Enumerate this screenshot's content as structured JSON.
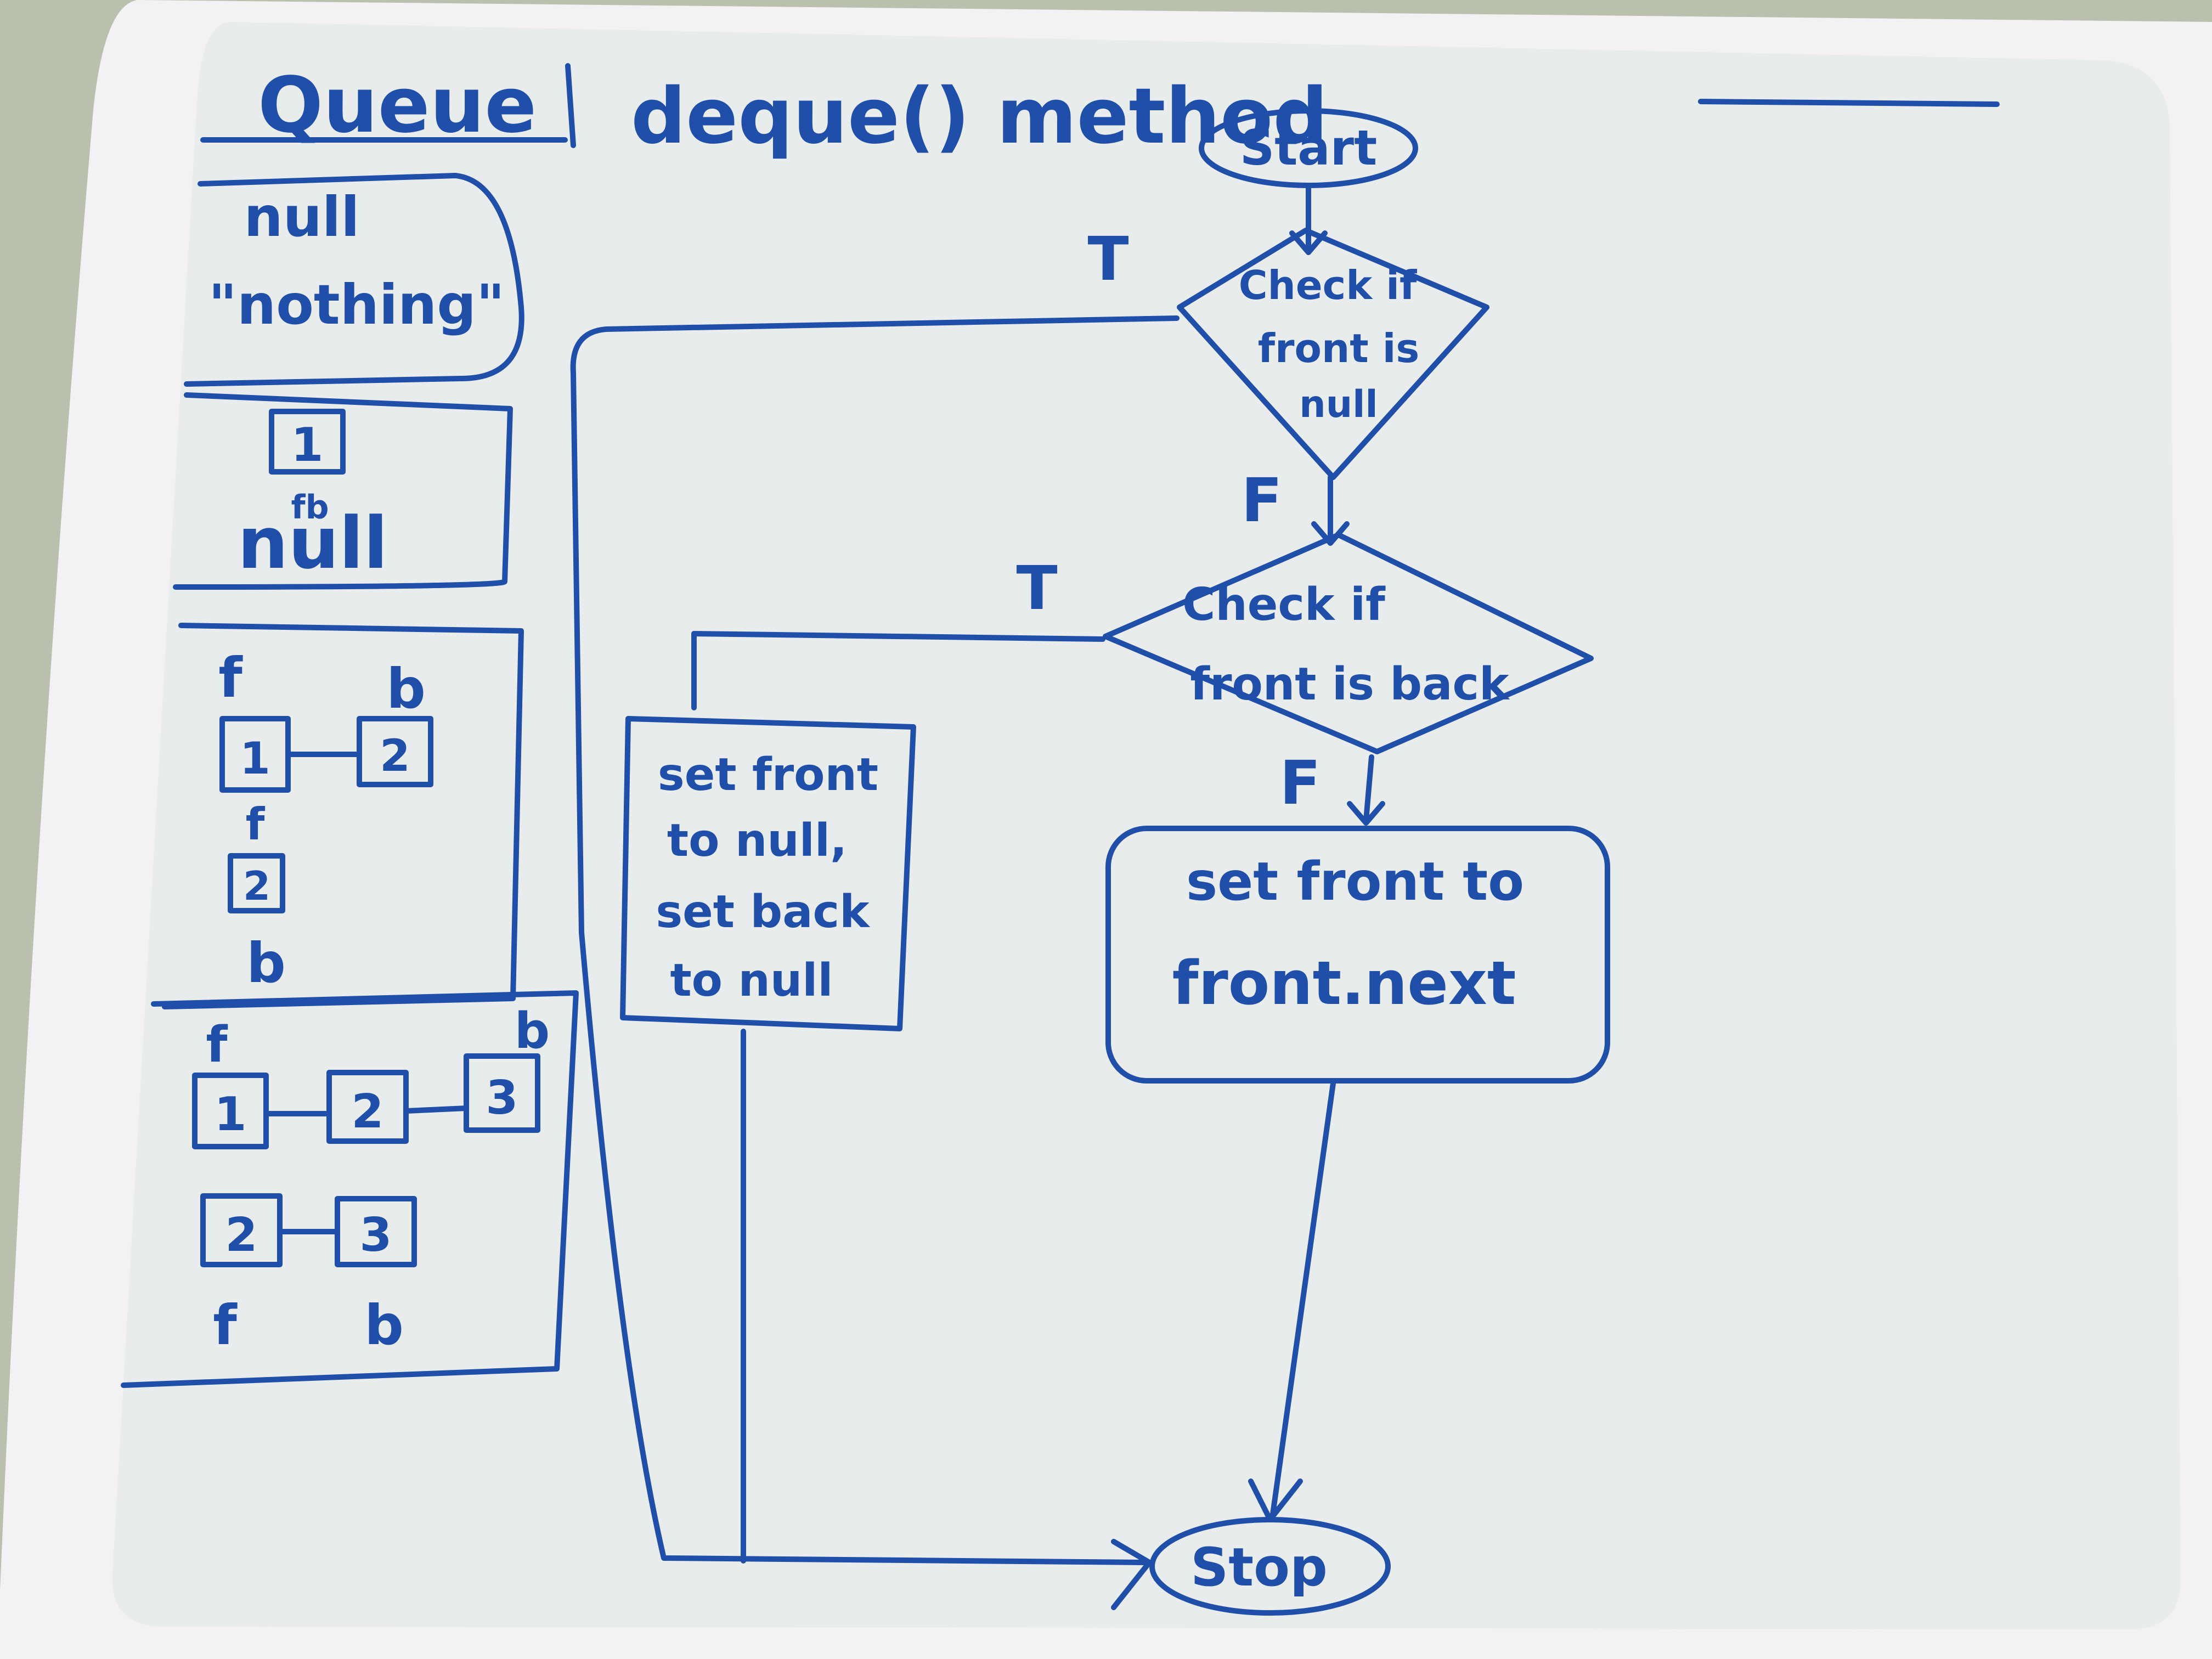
{
  "title": {
    "queue": "Queue",
    "method": "deque() method"
  },
  "colors": {
    "ink": "#1f4fa8",
    "board": "#e9ecec",
    "frame": "#f3f1f3",
    "background": "#b9c0ae"
  },
  "flowchart": {
    "start": "Start",
    "decision1": [
      "Check if",
      "front is",
      "null"
    ],
    "decision1_true": "T",
    "decision1_false": "F",
    "decision2": [
      "Check if",
      "front is back"
    ],
    "decision2_true": "T",
    "decision2_false": "F",
    "process_null": [
      "set front",
      "to null,",
      "set back",
      "to null"
    ],
    "process_next": [
      "set front to",
      "front.next"
    ],
    "stop": "Stop"
  },
  "sidebar": {
    "empty_case": {
      "line1": "null",
      "line2": "\"nothing\""
    },
    "single_case": {
      "node": "1",
      "pointer": "fb",
      "after": "null"
    },
    "two_case": {
      "front_label": "f",
      "back_label": "b",
      "before": [
        "1",
        "2"
      ],
      "after_front_label": "f",
      "after": "2",
      "after_back_label": "b"
    },
    "three_case": {
      "front_label": "f",
      "back_label": "b",
      "before": [
        "1",
        "2",
        "3"
      ],
      "after": [
        "2",
        "3"
      ],
      "after_front_label": "f",
      "after_back_label": "b"
    }
  }
}
